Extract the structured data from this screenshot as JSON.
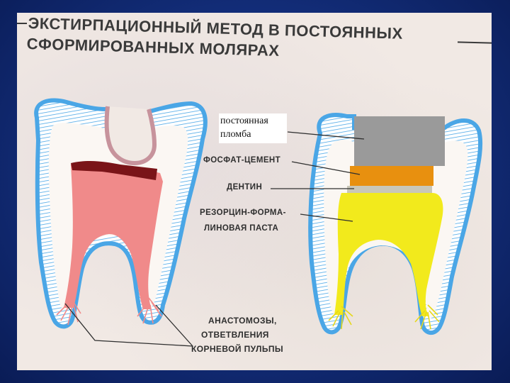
{
  "title": {
    "line1": "ЭКСТИРПАЦИОННЫЙ МЕТОД В ПОСТОЯННЫХ",
    "line2": "СФОРМИРОВАННЫХ МОЛЯРАХ"
  },
  "labels": {
    "permanent_filling_line1": "постоянная",
    "permanent_filling_line2": "пломба",
    "phosphate_cement": "ФОСФАТ-ЦЕМЕНТ",
    "dentin": "ДЕНТИН",
    "resorcin_line1": "РЕЗОРЦИН-ФОРМА-",
    "resorcin_line2": "ЛИНОВАЯ ПАСТА",
    "anast_line1": "АНАСТОМОЗЫ,",
    "anast_line2": "ОТВЕТВЛЕНИЯ",
    "anast_line3": "КОРНЕВОЙ ПУЛЬПЫ"
  },
  "colors": {
    "enamel": "#4aa6e6",
    "pulp": "#f08a8a",
    "pulp_dark": "#7a1418",
    "filling": "#9a9a9a",
    "cement": "#e8900f",
    "paste": "#f2ea1c"
  }
}
